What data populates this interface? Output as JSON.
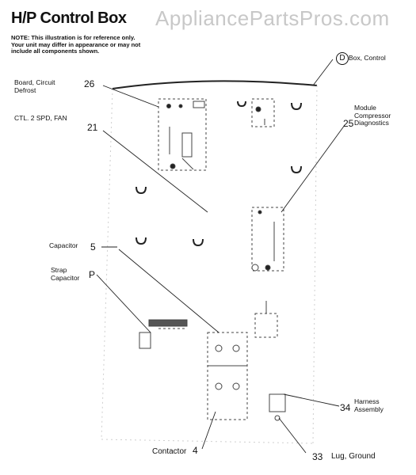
{
  "watermark": "AppliancePartsPros.com",
  "title": "H/P Control Box",
  "note": "NOTE: This illustration is for reference only. Your unit may differ in appearance or may not include all components shown.",
  "parts": [
    {
      "id": "D",
      "label": "Box, Control"
    },
    {
      "id": "26",
      "label": "Board, Circuit Defrost"
    },
    {
      "id": "21",
      "label": "CTL. 2 SPD, FAN"
    },
    {
      "id": "25",
      "label": "Module Compressor Diagnostics"
    },
    {
      "id": "5",
      "label": "Capacitor"
    },
    {
      "id": "P",
      "label": "Strap Capacitor"
    },
    {
      "id": "34",
      "label": "Harness Assembly"
    },
    {
      "id": "4",
      "label": "Contactor"
    },
    {
      "id": "33",
      "label": "Lug, Ground"
    }
  ]
}
